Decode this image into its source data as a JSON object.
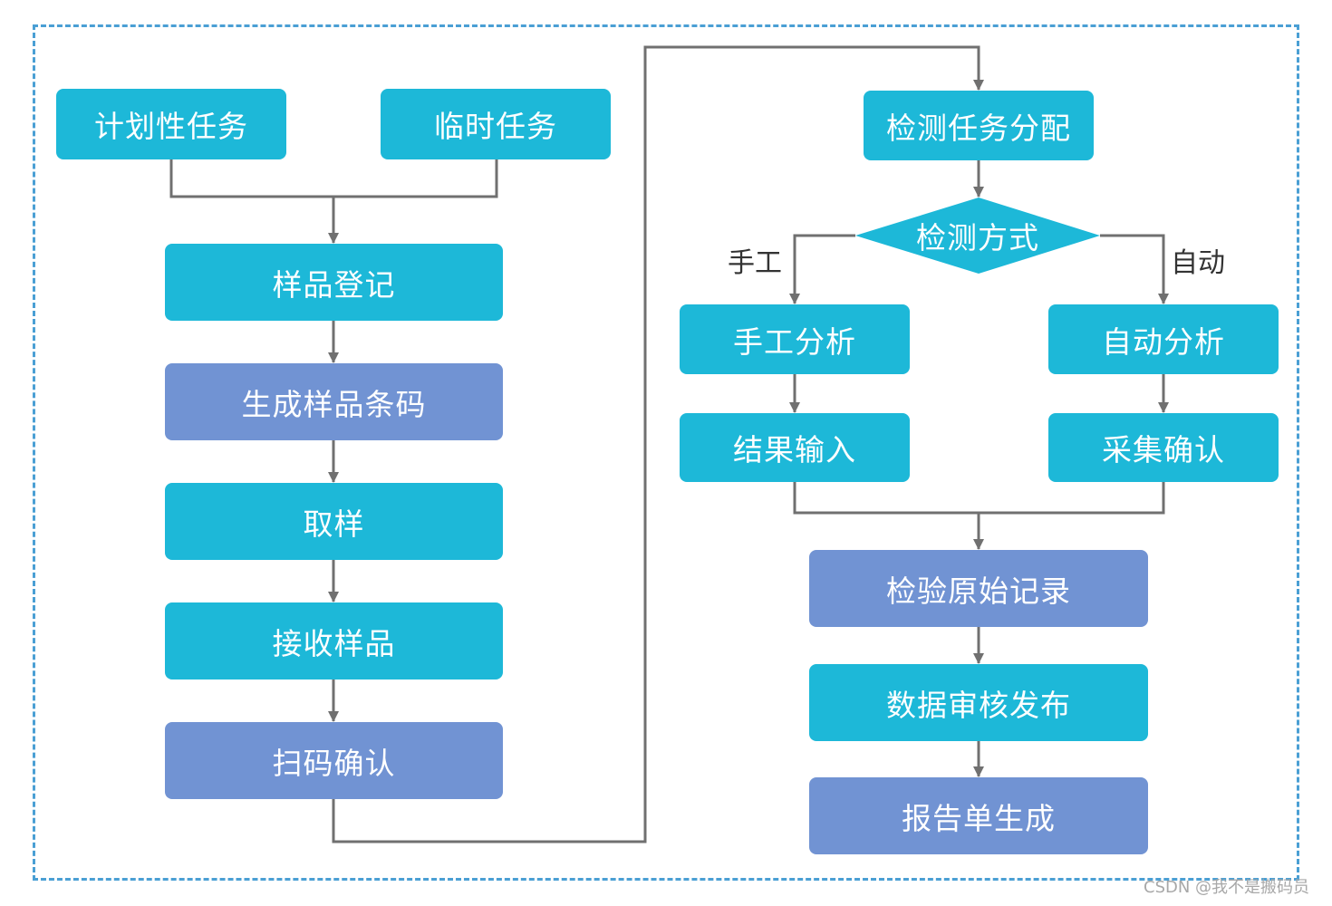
{
  "diagram": {
    "colors": {
      "primary_box": "#1db8d8",
      "secondary_box": "#7193d3",
      "connector": "#707070",
      "dashed_frame": "#4a9fd4"
    },
    "nodes": {
      "planned_task": "计划性任务",
      "temporary_task": "临时任务",
      "sample_registration": "样品登记",
      "generate_barcode": "生成样品条码",
      "sampling": "取样",
      "receive_sample": "接收样品",
      "scan_confirm": "扫码确认",
      "test_task_assignment": "检测任务分配",
      "test_method": "检测方式",
      "manual_analysis": "手工分析",
      "auto_analysis": "自动分析",
      "result_input": "结果输入",
      "collect_confirm": "采集确认",
      "raw_record": "检验原始记录",
      "data_review": "数据审核发布",
      "report_generation": "报告单生成"
    },
    "edge_labels": {
      "manual": "手工",
      "auto": "自动"
    }
  },
  "watermark": "CSDN @我不是搬码员"
}
